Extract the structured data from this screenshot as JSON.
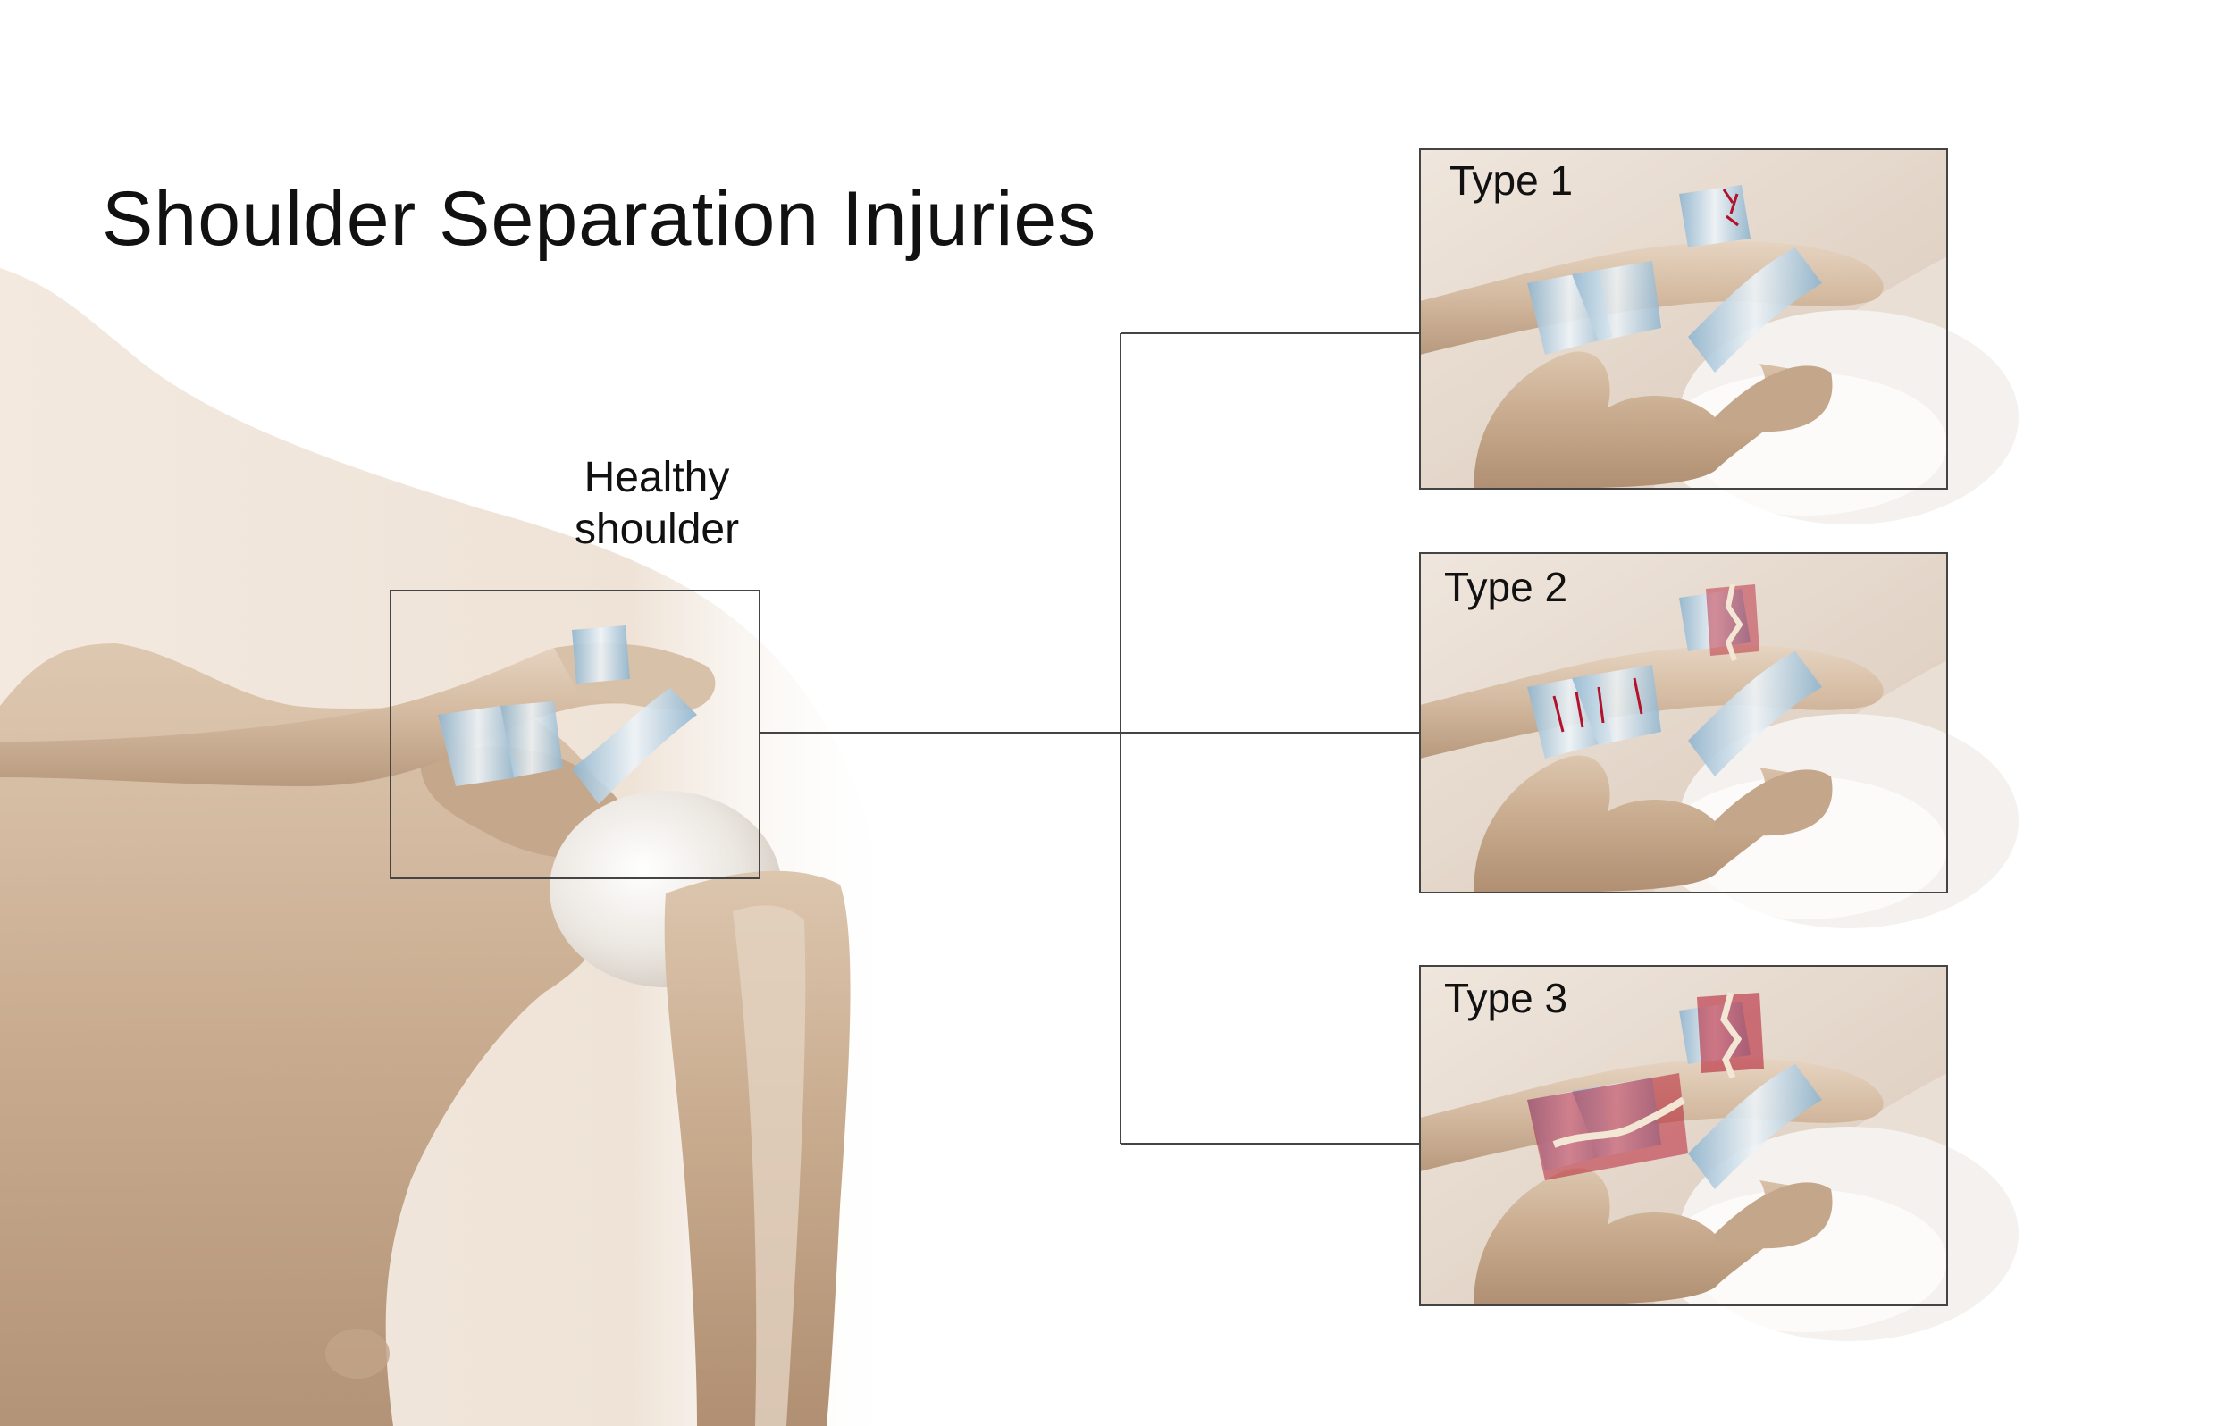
{
  "title": "Shoulder Separation Injuries",
  "healthy": {
    "label_line1": "Healthy",
    "label_line2": "shoulder"
  },
  "types": [
    {
      "label": "Type 1",
      "ligament_state": "sprain"
    },
    {
      "label": "Type 2",
      "ligament_state": "partial-tear"
    },
    {
      "label": "Type 3",
      "ligament_state": "full-tear"
    }
  ],
  "colors": {
    "bone": "#c8ac90",
    "bone_dark": "#a98a6e",
    "skin": "#efe3d8",
    "ligament": "#c9dbe8",
    "injury": "#b3122a",
    "frame": "#444444"
  }
}
